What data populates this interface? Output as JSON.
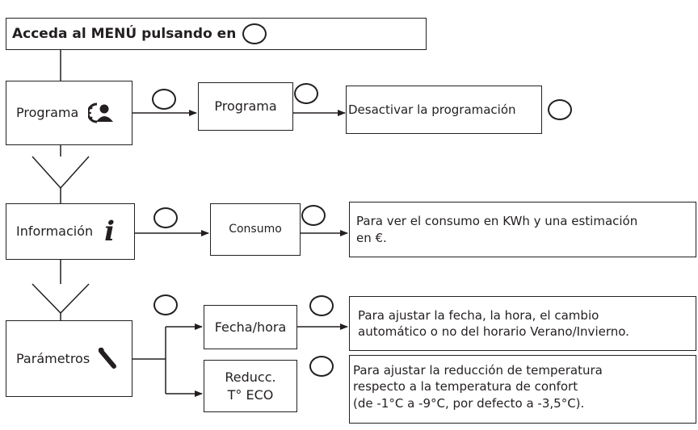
{
  "title": {
    "prefix": "Acceda al ",
    "menu": "MENÚ",
    "suffix": " pulsando en"
  },
  "steps": {
    "programa": {
      "label": "Programa",
      "icon": "schedule-person-icon",
      "sub": "Programa",
      "result": "Desactivar la programación"
    },
    "informacion": {
      "label": "Información",
      "icon": "info-icon",
      "icon_glyph": "i",
      "sub": "Consumo",
      "result": "Para ver el consumo en KWh y una estimación\nen €."
    },
    "parametros": {
      "label": "Parámetros",
      "icon": "wrench-icon",
      "sub1": "Fecha/hora",
      "result1": "Para ajustar la fecha, la hora, el cambio\nautomático o no del horario Verano/Invierno.",
      "sub2": "Reducc.\nT° ECO",
      "result2": "Para ajustar la reducción de temperatura\nrespecto a la temperatura de confort\n(de -1°C a -9°C, por defecto a -3,5°C)."
    }
  },
  "colors": {
    "ink": "#231f20",
    "background": "#ffffff"
  }
}
